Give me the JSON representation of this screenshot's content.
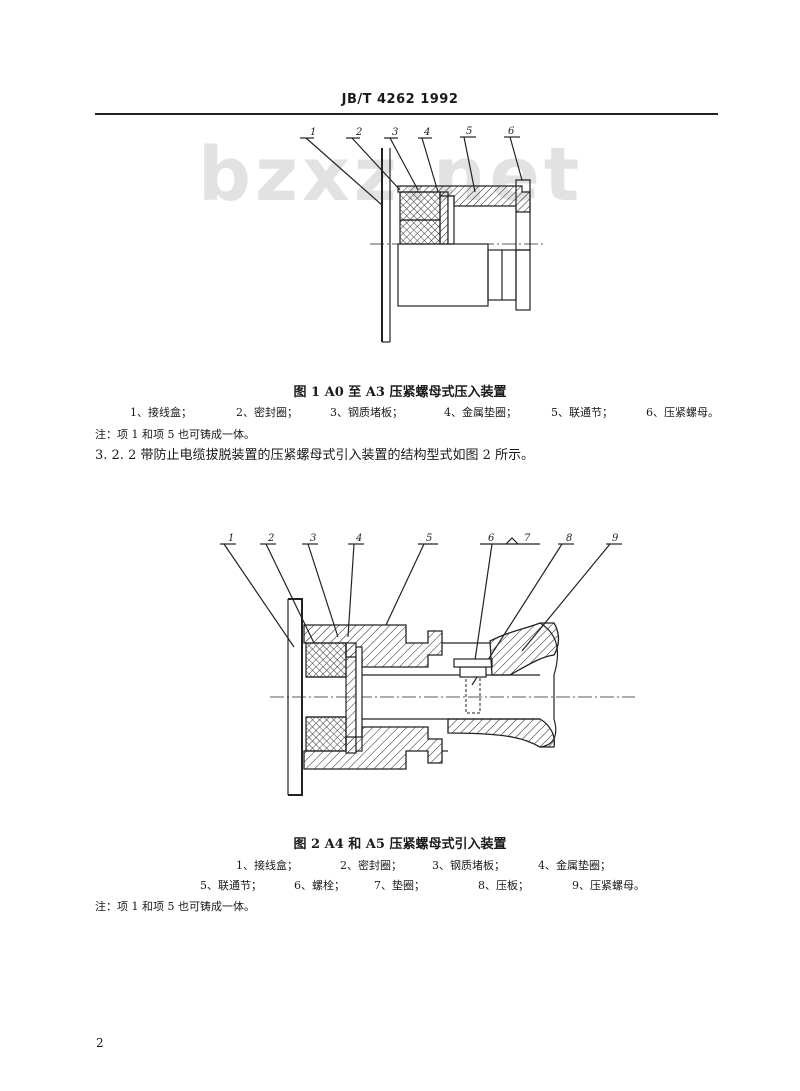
{
  "header": {
    "code": "JB/T 4262   1992"
  },
  "watermark": "bzxz.net",
  "figure1": {
    "callouts": [
      "1",
      "2",
      "3",
      "4",
      "5",
      "6"
    ],
    "caption": "图 1   A0 至 A3 压紧螺母式压入装置",
    "legend": [
      "1、接线盒；",
      "2、密封圈；",
      "3、钢质堵板；",
      "4、金属垫圈；",
      "5、联通节；",
      "6、压紧螺母。"
    ],
    "note": "注：项 1 和项 5 也可铸成一体。"
  },
  "paragraph": "3. 2. 2   带防止电缆拔脱装置的压紧螺母式引入装置的结构型式如图 2 所示。",
  "figure2": {
    "callouts": [
      "1",
      "2",
      "3",
      "4",
      "5",
      "6",
      "7",
      "8",
      "9"
    ],
    "caption": "图 2   A4 和 A5 压紧螺母式引入装置",
    "legend_row1": [
      "1、接线盒；",
      "2、密封圈；",
      "3、钢质堵板；",
      "4、金属垫圈；"
    ],
    "legend_row2": [
      "5、联通节；",
      "6、螺栓；",
      "7、垫圈；",
      "8、压板；",
      "9、压紧螺母。"
    ],
    "note": "注：项 1 和项 5 也可铸成一体。"
  },
  "page_number": "2"
}
